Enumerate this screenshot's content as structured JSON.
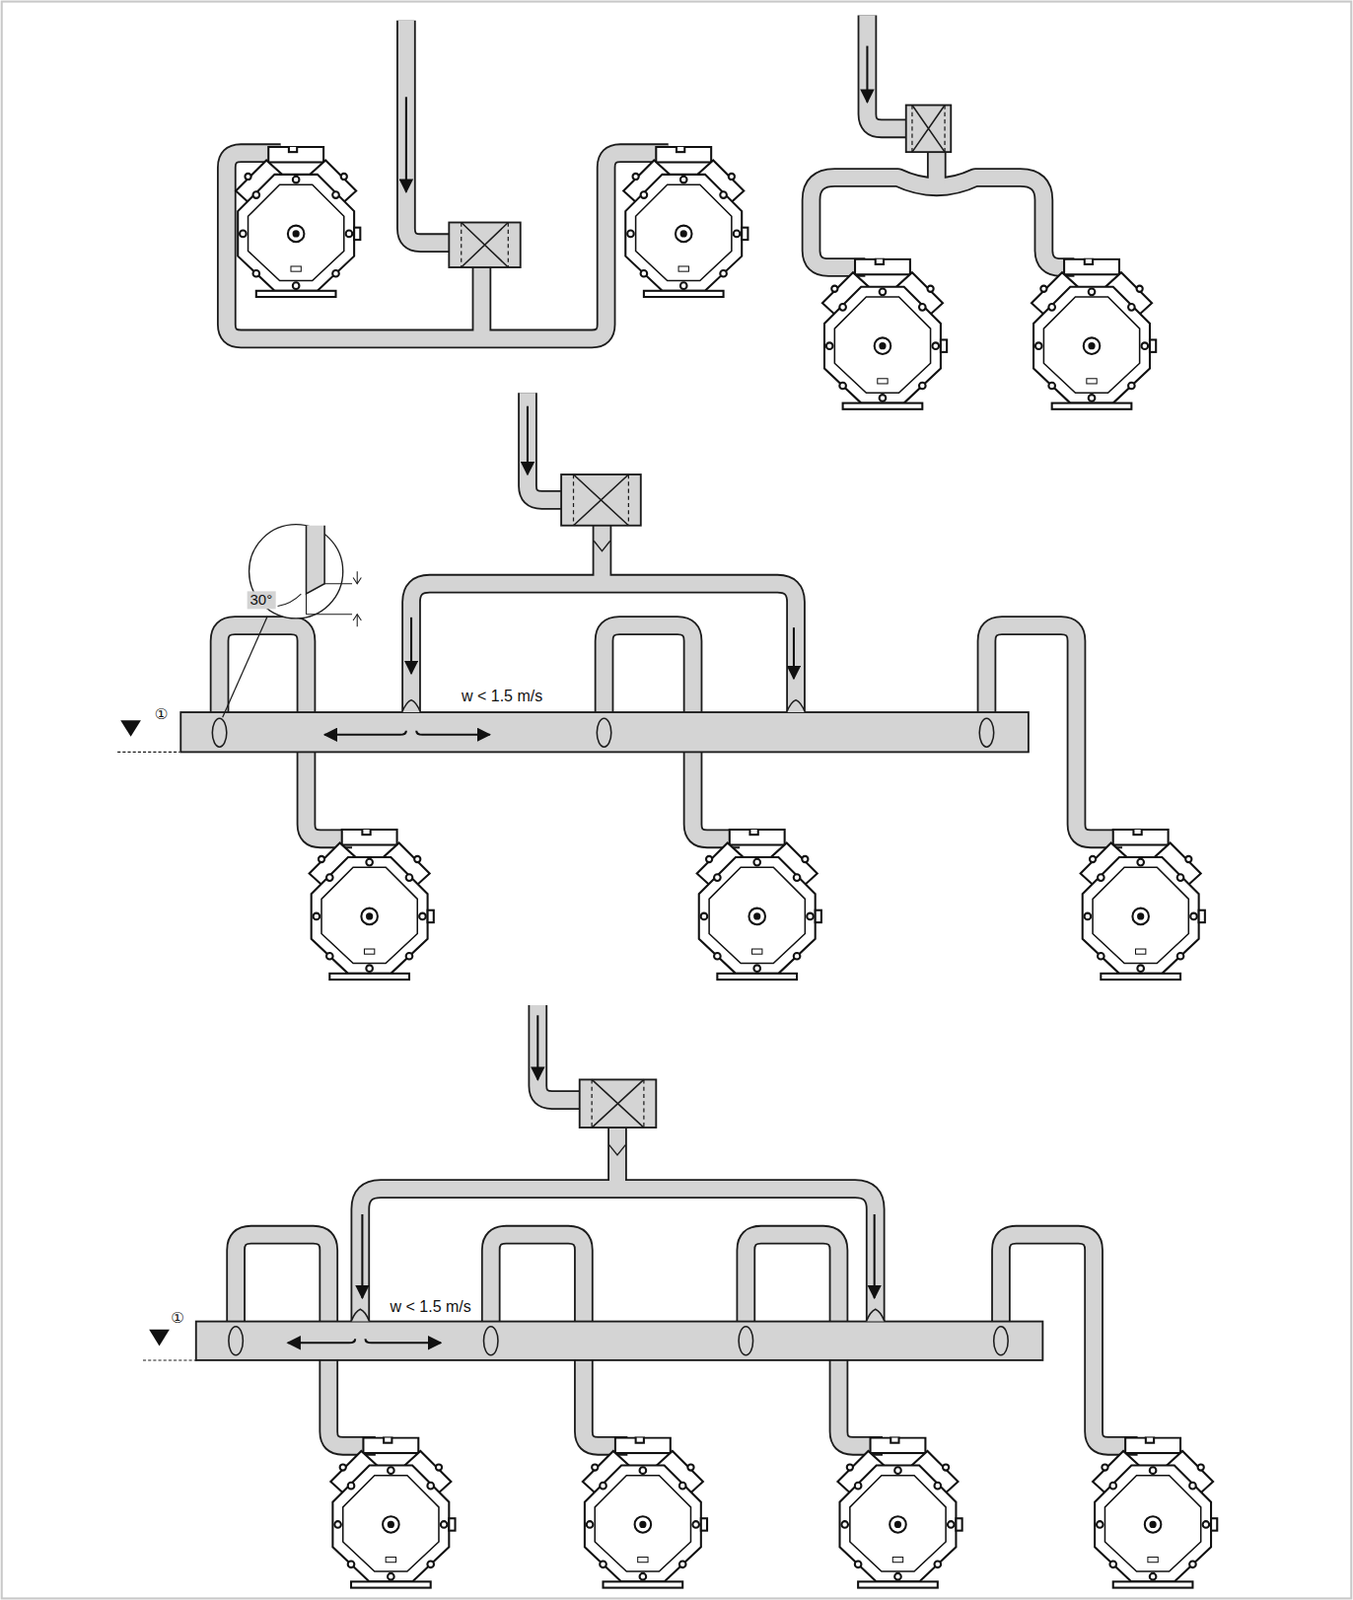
{
  "diagram": {
    "labels": [
      "30°",
      "w < 1.5 m/s",
      "①",
      "w < 1.5 m/s",
      "①"
    ]
  }
}
